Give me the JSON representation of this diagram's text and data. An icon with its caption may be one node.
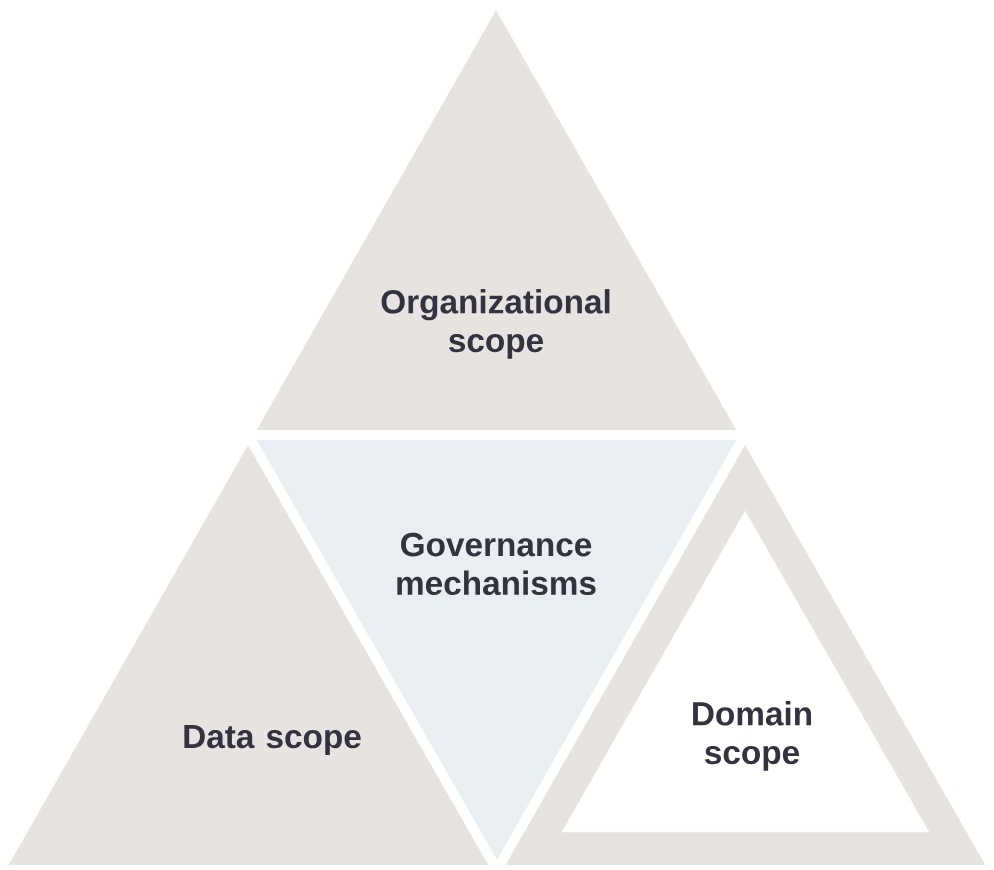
{
  "diagram": {
    "nodes": [
      {
        "text": [
          "Organizational scope"
        ]
      },
      {
        "text": [
          "Governance mechanisms"
        ]
      },
      {
        "text": [
          "Data scope"
        ]
      },
      {
        "text": [
          "Domain scope"
        ]
      }
    ]
  }
}
